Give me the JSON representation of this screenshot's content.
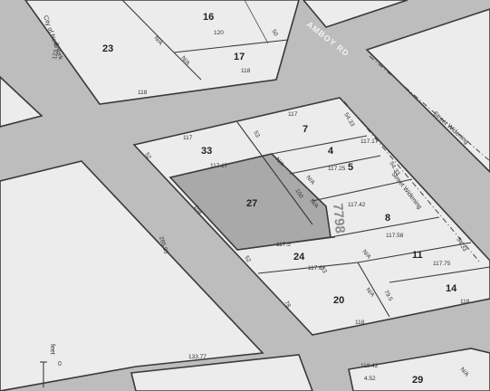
{
  "map": {
    "road_name": "AMBOY RD",
    "block_number": "7798",
    "street_widening_1": "Street Widening",
    "street_widening_2": "Street Widening",
    "top_note": "City of New York",
    "scale_label": "feet",
    "scale_zero": "0",
    "lots": {
      "l16": "16",
      "l17": "17",
      "l23": "23",
      "l33": "33",
      "l7": "7",
      "l4": "4",
      "l5": "5",
      "l27": "27",
      "l8": "8",
      "l24": "24",
      "l11": "11",
      "l20": "20",
      "l14": "14",
      "l29": "29"
    },
    "dims": {
      "d120": "120",
      "d118a": "118",
      "d118b": "118",
      "d122": "122.92",
      "d117a": "117",
      "d117b": "117",
      "d117_17": "117.17",
      "d117_17b": "117.17",
      "d117_25": "117.25",
      "d117_42": "117.42",
      "d117_58": "117.58",
      "d117_5": "117.5",
      "d117_67": "117.67",
      "d117_75": "117.75",
      "d118c": "118",
      "d118d": "118",
      "d133": "133.77",
      "d285": "285.95",
      "d104": "104",
      "d100": "100",
      "d53a": "53",
      "d53b": "53",
      "d52a": "52",
      "d52b": "52",
      "d78": "78",
      "d79": "79.5",
      "d54a": "54.33",
      "d54b": "54.33",
      "d54c": "54.33",
      "d118_42": "118.42",
      "d4_52": "4.52",
      "d50": "50"
    },
    "na": {
      "n1": "N/A",
      "n2": "N/A",
      "n3": "N/A",
      "n4": "N/A",
      "n5": "N/A",
      "n6": "N/A",
      "n7": "N/A",
      "n8": "N/A"
    }
  }
}
